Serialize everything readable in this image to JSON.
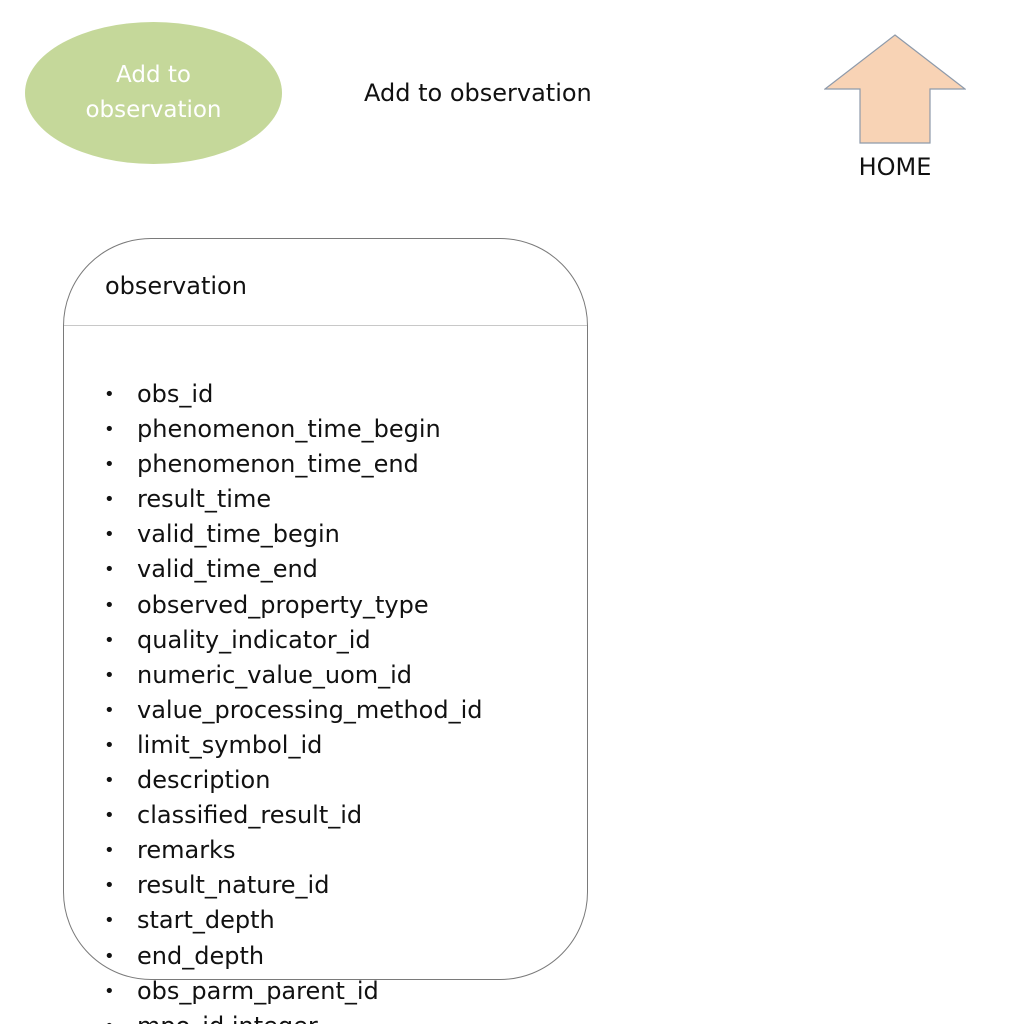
{
  "header": {
    "button_label": "Add to observation",
    "title": "Add to observation",
    "home_label": "HOME"
  },
  "colors": {
    "button_fill": "#c5d89a",
    "home_arrow_fill": "#f8d3b5",
    "home_arrow_stroke": "#8e9aaa"
  },
  "entity": {
    "title": "observation",
    "fields": [
      "obs_id",
      "phenomenon_time_begin",
      "phenomenon_time_end",
      "result_time",
      "valid_time_begin",
      "valid_time_end",
      "observed_property_type",
      "quality_indicator_id",
      "numeric_value_uom_id",
      "value_processing_method_id",
      "limit_symbol_id",
      "description",
      "classified_result_id",
      "remarks",
      "result_nature_id",
      "start_depth",
      "end_depth",
      "obs_parm_parent_id",
      "mpo_id integer"
    ]
  }
}
